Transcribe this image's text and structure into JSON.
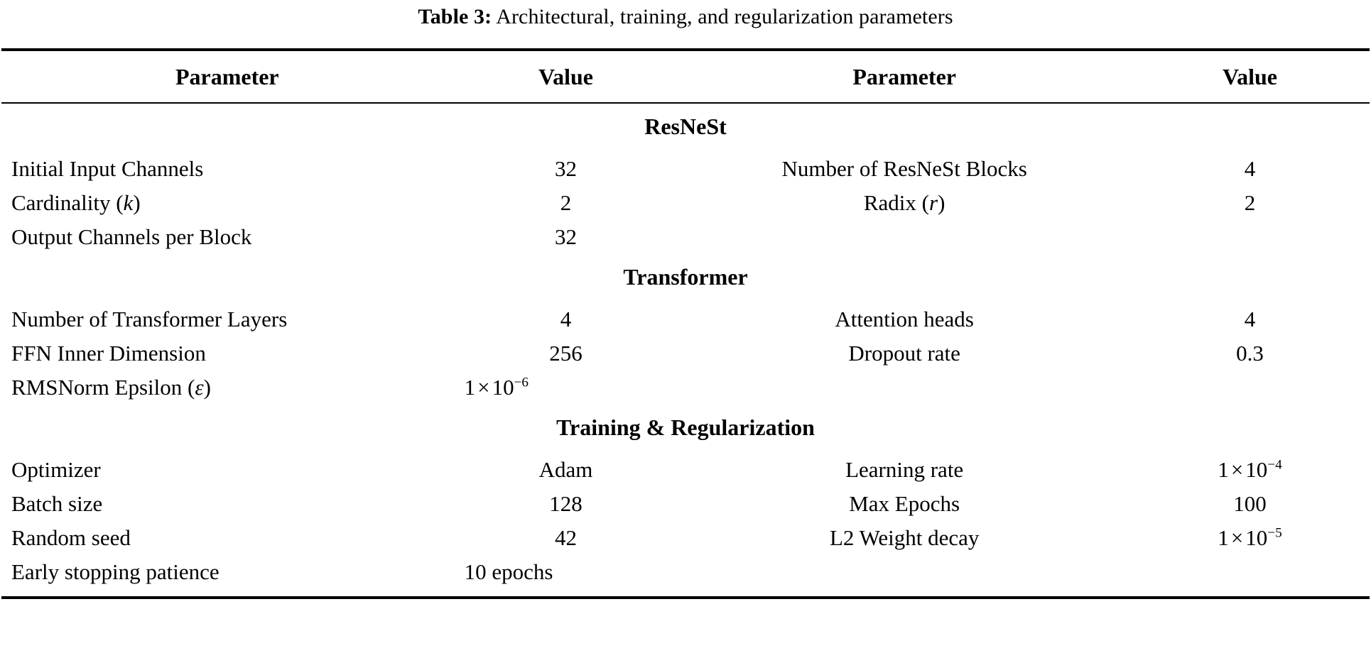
{
  "caption": {
    "label": "Table 3:",
    "text": "Architectural, training, and regularization parameters"
  },
  "table": {
    "headers": [
      "Parameter",
      "Value",
      "Parameter",
      "Value"
    ],
    "sections": [
      {
        "title": "ResNeSt",
        "rows": [
          {
            "param_left": "Initial Input Channels",
            "value_left": "32",
            "param_right": "Number of ResNeSt Blocks",
            "value_right": "4"
          },
          {
            "param_left": "Cardinality (k)",
            "value_left": "2",
            "param_right": "Radix (r)",
            "value_right": "2"
          },
          {
            "param_left": "Output Channels per Block",
            "value_left": "32",
            "param_right": "",
            "value_right": ""
          }
        ]
      },
      {
        "title": "Transformer",
        "rows": [
          {
            "param_left": "Number of Transformer Layers",
            "value_left": "4",
            "param_right": "Attention heads",
            "value_right": "4"
          },
          {
            "param_left": "FFN Inner Dimension",
            "value_left": "256",
            "param_right": "Dropout rate",
            "value_right": "0.3"
          },
          {
            "param_left": "RMSNorm Epsilon (ε)",
            "value_left": "1 × 10⁻⁶",
            "param_right": "",
            "value_right": ""
          }
        ]
      },
      {
        "title": "Training & Regularization",
        "rows": [
          {
            "param_left": "Optimizer",
            "value_left": "Adam",
            "param_right": "Learning rate",
            "value_right": "1 × 10⁻⁴"
          },
          {
            "param_left": "Batch size",
            "value_left": "128",
            "param_right": "Max Epochs",
            "value_right": "100"
          },
          {
            "param_left": "Random seed",
            "value_left": "42",
            "param_right": "L2 Weight decay",
            "value_right": "1 × 10⁻⁵"
          },
          {
            "param_left": "Early stopping patience",
            "value_left": "10 epochs",
            "param_right": "",
            "value_right": ""
          }
        ]
      }
    ]
  },
  "style": {
    "text_color": "#000000",
    "background": "#ffffff",
    "rule_color": "#000000"
  }
}
